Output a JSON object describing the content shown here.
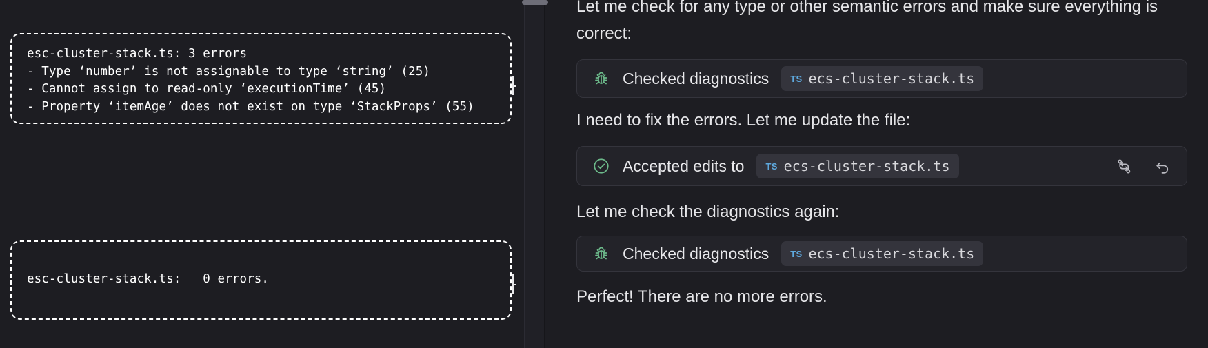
{
  "theme": {
    "page_bg": "#1b1b20",
    "pane_bg": "#1d1d22",
    "card_bg": "#232329",
    "card_border": "#34343c",
    "chip_bg": "#34343c",
    "text": "#e6e6e9",
    "annotation_stroke": "#ffffff",
    "accent_green": "#6cb98a",
    "accent_ts_blue": "#5ea8dd"
  },
  "annotations": {
    "box_before": {
      "lines": [
        "esc-cluster-stack.ts: 3 errors",
        "- Type ‘number’ is not assignable to type ‘string’ (25)",
        "- Cannot assign to read-only ‘executionTime’ (45)",
        "- Property ‘itemAge’ does not exist on type ‘StackProps’ (55)"
      ]
    },
    "box_after": {
      "lines": [
        "esc-cluster-stack.ts:   0 errors."
      ]
    }
  },
  "transcript": {
    "paragraph_1": "Let me check for any type or other semantic errors and make sure everything is correct:",
    "paragraph_2": "I need to fix the errors. Let me update the file:",
    "paragraph_3": "Let me check the diagnostics again:",
    "paragraph_4": "Perfect! There are no more errors.",
    "cards": [
      {
        "icon": "bug-icon",
        "label": "Checked diagnostics",
        "file": {
          "badge": "TS",
          "name": "ecs-cluster-stack.ts"
        },
        "actions": []
      },
      {
        "icon": "check-circle-icon",
        "label": "Accepted edits to",
        "file": {
          "badge": "TS",
          "name": "ecs-cluster-stack.ts"
        },
        "actions": [
          {
            "name": "view-diff-icon",
            "label": "View diff"
          },
          {
            "name": "undo-icon",
            "label": "Undo edits"
          }
        ]
      },
      {
        "icon": "bug-icon",
        "label": "Checked diagnostics",
        "file": {
          "badge": "TS",
          "name": "ecs-cluster-stack.ts"
        },
        "actions": []
      }
    ]
  }
}
